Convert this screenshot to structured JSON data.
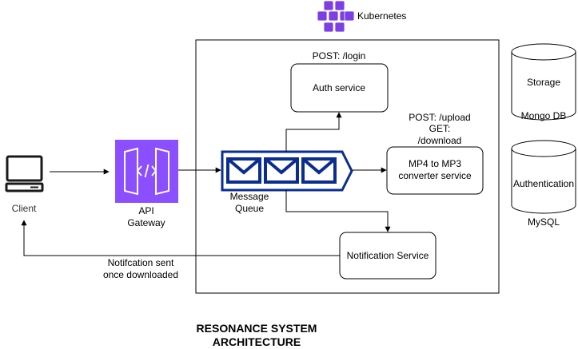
{
  "cluster": {
    "label": "Kubernetes",
    "icon": "kubernetes-icon",
    "icon_color": "#7b3fe4"
  },
  "client": {
    "label": "Client",
    "icon": "laptop-icon"
  },
  "gateway": {
    "label_line1": "API",
    "label_line2": "Gateway",
    "icon": "api-gateway-icon",
    "color": "#8c4fff"
  },
  "queue": {
    "label_line1": "Message",
    "label_line2": "Queue",
    "icon": "message-queue-icon",
    "color": "#0a2d8f"
  },
  "auth": {
    "label": "Auth service",
    "route": "POST: /login"
  },
  "converter": {
    "label_line1": "MP4 to MP3",
    "label_line2": "converter service",
    "route_line1": "POST: /upload",
    "route_line2": "GET:",
    "route_line3": "/download"
  },
  "notification": {
    "label": "Notification Service"
  },
  "return_label": {
    "line1": "Notifcation sent",
    "line2": "once downloaded"
  },
  "storage_db": {
    "label": "Storage",
    "caption": "Mongo DB"
  },
  "auth_db": {
    "label": "Authentication",
    "caption": "MySQL"
  },
  "title": {
    "line1": "RESONANCE SYSTEM",
    "line2": "ARCHITECTURE"
  }
}
